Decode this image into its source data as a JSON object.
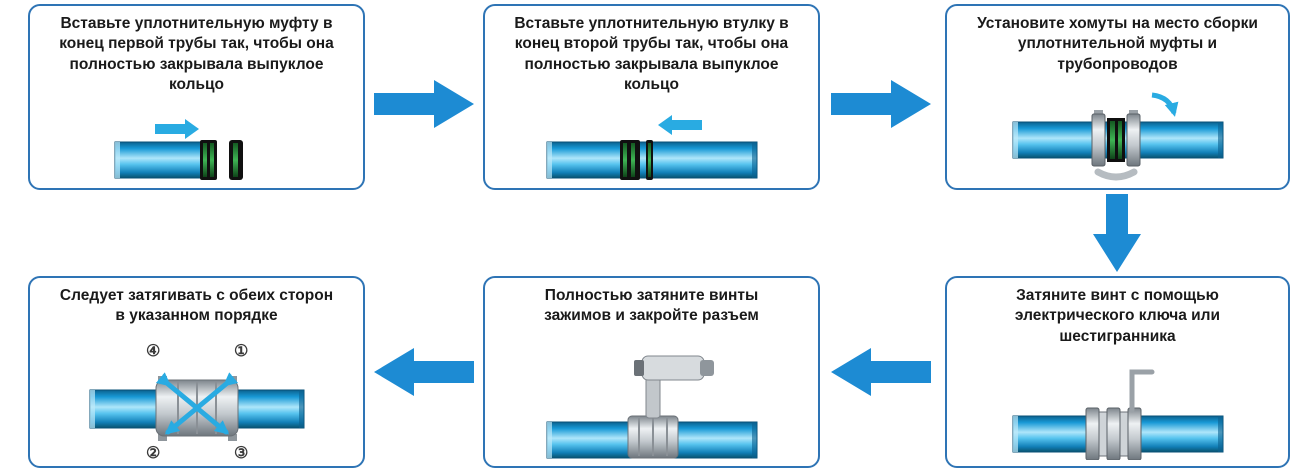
{
  "diagram": {
    "steps": [
      {
        "text": "Вставьте уплотнительную муфту в конец первой трубы так, чтобы она полностью закрывала выпуклое кольцо"
      },
      {
        "text": "Вставьте уплотнительную втулку в конец второй трубы так, чтобы она полностью закрывала выпуклое кольцо"
      },
      {
        "text": "Установите хомуты на место сборки уплотнительной муфты и трубопроводов"
      },
      {
        "text": "Затяните винт с помощью электрического ключа или шестигранника"
      },
      {
        "text": "Полностью затяните винты зажимов и закройте разъем"
      },
      {
        "text": "Следует затягивать с обеих сторон в указанном порядке"
      }
    ],
    "order_labels": [
      "④",
      "①",
      "②",
      "③"
    ],
    "colors": {
      "box_border": "#2e74b5",
      "flow_arrow": "#1d8bd3",
      "accent_arrow": "#29abe2",
      "pipe_blue": "#1b9be0",
      "sleeve_green": "#2f9e41",
      "metal_gray": "#c3c9ce"
    }
  }
}
